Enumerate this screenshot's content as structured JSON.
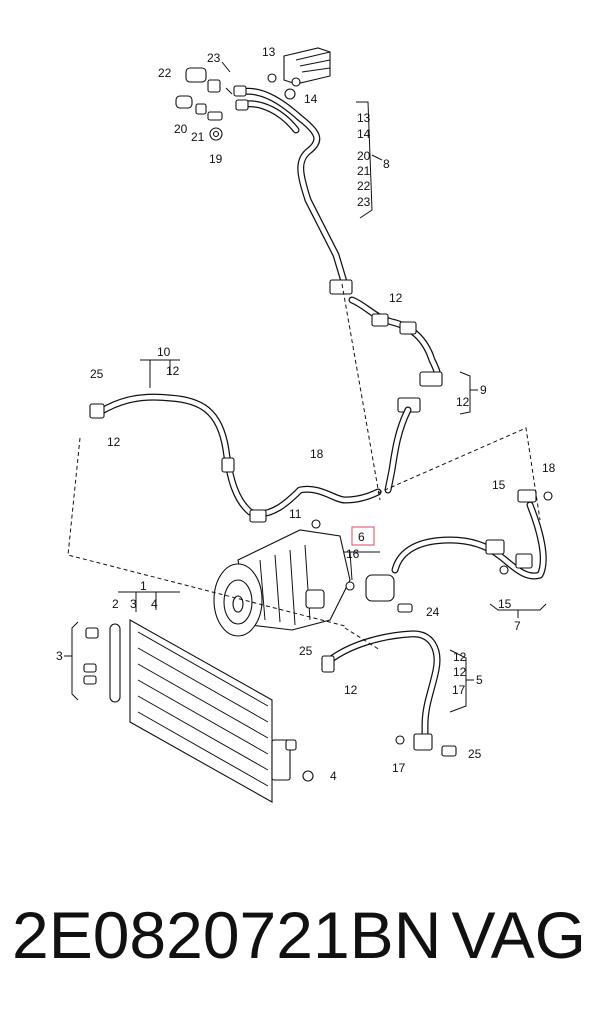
{
  "diagram": {
    "labels": [
      "13",
      "23",
      "22",
      "14",
      "20",
      "21",
      "19",
      "13",
      "14",
      "20",
      "8",
      "21",
      "22",
      "23",
      "12",
      "10",
      "12",
      "9",
      "25",
      "12",
      "12",
      "18",
      "11",
      "15",
      "18",
      "6",
      "16",
      "24",
      "7",
      "15",
      "12",
      "1",
      "2",
      "3",
      "4",
      "3",
      "25",
      "12",
      "5",
      "17",
      "12",
      "17",
      "25",
      "4"
    ]
  },
  "footer": {
    "part_number": "2E0820721BN",
    "brand": "VAG"
  },
  "colors": {
    "highlight": "#e06a7a",
    "ink": "#111111"
  }
}
